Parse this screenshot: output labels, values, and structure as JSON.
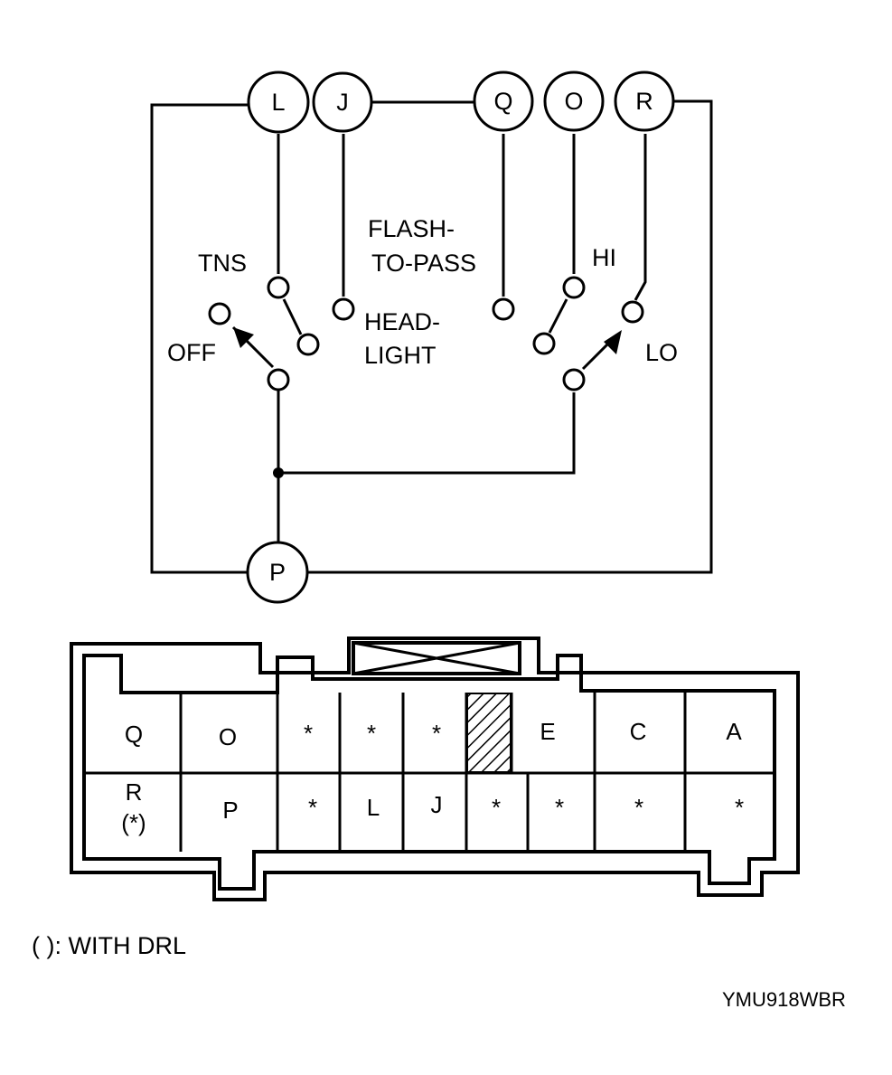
{
  "schematic": {
    "terminals": {
      "L": "L",
      "J": "J",
      "Q": "Q",
      "O": "O",
      "R": "R",
      "P": "P"
    },
    "positions": {
      "tns": "TNS",
      "off": "OFF",
      "head_1": "HEAD-",
      "head_2": "LIGHT",
      "flash_1": "FLASH-",
      "flash_2": "TO-PASS",
      "hi": "HI",
      "lo": "LO"
    }
  },
  "connector": {
    "top_row": [
      "Q",
      "O",
      "*",
      "*",
      "*",
      "",
      "E",
      "C",
      "A"
    ],
    "bottom_row": [
      "R",
      "P",
      "*",
      "L",
      "J",
      "*",
      "*",
      "*",
      "*"
    ],
    "bottom_first_sub": "(*)"
  },
  "legend": {
    "note": "( ): WITH DRL",
    "figure_code": "YMU918WBR"
  }
}
